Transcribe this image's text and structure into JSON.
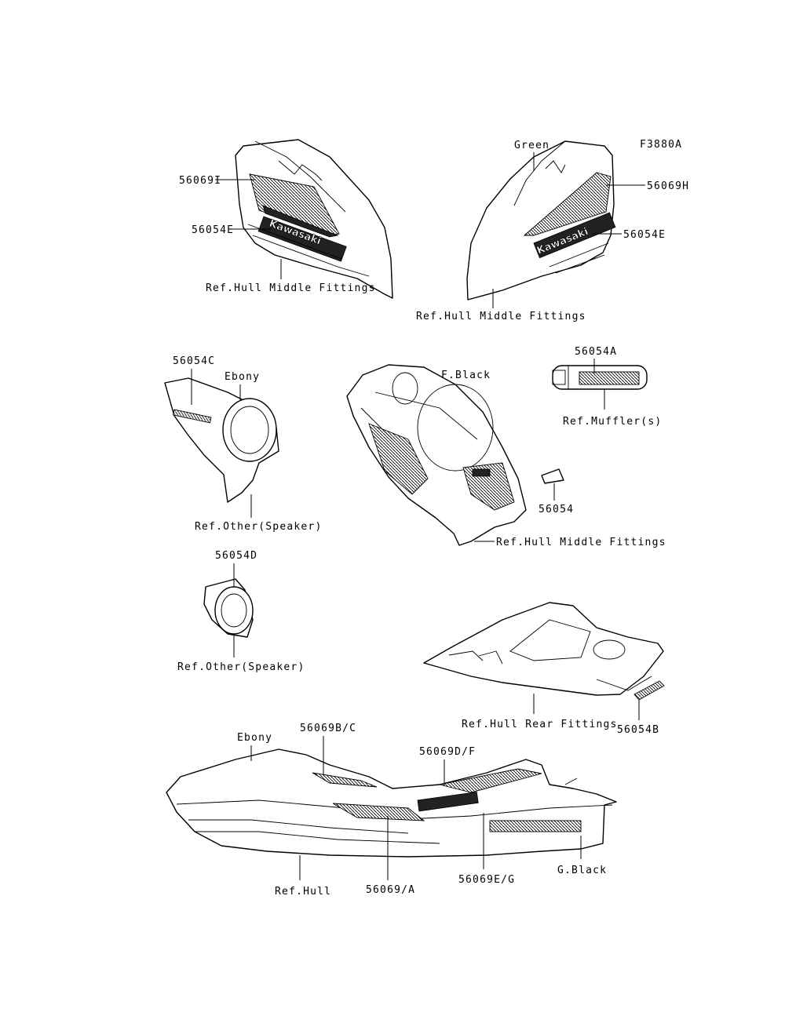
{
  "figure_code": "F3880A",
  "labels": {
    "p_56069I": "56069I",
    "p_56054E_left": "56054E",
    "ref_hull_middle_left": "Ref.Hull Middle Fittings",
    "green": "Green",
    "p_56069H": "56069H",
    "p_56054E_right": "56054E",
    "ref_hull_middle_right": "Ref.Hull Middle Fittings",
    "p_56054C": "56054C",
    "ebony_top": "Ebony",
    "ref_other_speaker_1": "Ref.Other(Speaker)",
    "f_black": "F.Black",
    "p_56054A": "56054A",
    "ref_mufflers": "Ref.Muffler(s)",
    "p_56054": "56054",
    "ref_hull_middle_center": "Ref.Hull Middle Fittings",
    "p_56054D": "56054D",
    "ref_other_speaker_2": "Ref.Other(Speaker)",
    "ref_hull_rear": "Ref.Hull Rear Fittings",
    "p_56054B": "56054B",
    "ebony_hull": "Ebony",
    "p_56069B_C": "56069B/C",
    "p_56069D_F": "56069D/F",
    "g_black": "G.Black",
    "ref_hull": "Ref.Hull",
    "p_56069_A": "56069/A",
    "p_56069E_G": "56069E/G"
  },
  "decals": {
    "brand": "Kawasaki"
  }
}
